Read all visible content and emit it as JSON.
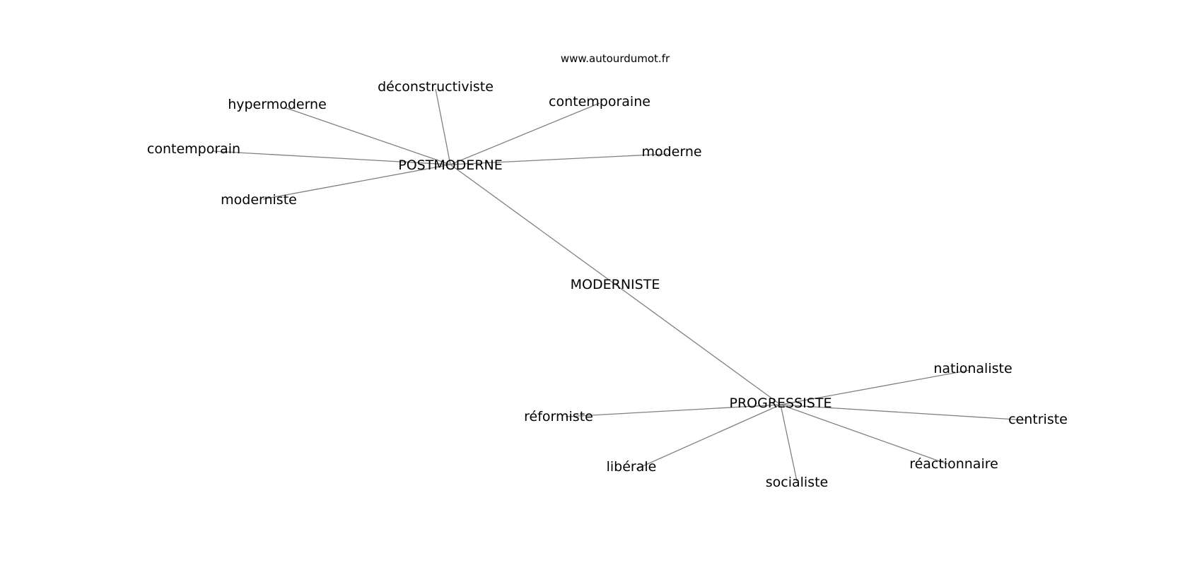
{
  "watermark": "www.autourdumot.fr",
  "colors": {
    "edge": "#808080",
    "text": "#000000",
    "background": "#ffffff"
  },
  "graph": {
    "nodes": [
      {
        "id": "postmoderne",
        "label": "POSTMODERNE",
        "hub": true
      },
      {
        "id": "moderniste-center",
        "label": "MODERNISTE",
        "hub": true
      },
      {
        "id": "progressiste",
        "label": "PROGRESSISTE",
        "hub": true
      },
      {
        "id": "deconstructiviste",
        "label": "déconstructiviste"
      },
      {
        "id": "hypermoderne",
        "label": "hypermoderne"
      },
      {
        "id": "contemporaine",
        "label": "contemporaine"
      },
      {
        "id": "contemporain",
        "label": "contemporain"
      },
      {
        "id": "moderne",
        "label": "moderne"
      },
      {
        "id": "moderniste",
        "label": "moderniste"
      },
      {
        "id": "nationaliste",
        "label": "nationaliste"
      },
      {
        "id": "reformiste",
        "label": "réformiste"
      },
      {
        "id": "centriste",
        "label": "centriste"
      },
      {
        "id": "liberale",
        "label": "libérale"
      },
      {
        "id": "reactionnaire",
        "label": "réactionnaire"
      },
      {
        "id": "socialiste",
        "label": "socialiste"
      }
    ],
    "edges": [
      [
        "postmoderne",
        "deconstructiviste"
      ],
      [
        "postmoderne",
        "hypermoderne"
      ],
      [
        "postmoderne",
        "contemporaine"
      ],
      [
        "postmoderne",
        "contemporain"
      ],
      [
        "postmoderne",
        "moderne"
      ],
      [
        "postmoderne",
        "moderniste"
      ],
      [
        "postmoderne",
        "progressiste"
      ],
      [
        "progressiste",
        "nationaliste"
      ],
      [
        "progressiste",
        "reformiste"
      ],
      [
        "progressiste",
        "centriste"
      ],
      [
        "progressiste",
        "liberale"
      ],
      [
        "progressiste",
        "reactionnaire"
      ],
      [
        "progressiste",
        "socialiste"
      ]
    ]
  }
}
